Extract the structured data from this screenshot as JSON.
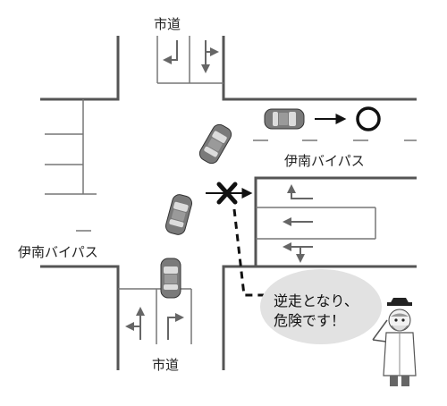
{
  "labels": {
    "street_top": "市道",
    "street_bottom": "市道",
    "bypass_right": "伊南バイパス",
    "bypass_left": "伊南バイパス"
  },
  "warning": {
    "line1": "逆走となり、",
    "line2": "危険です！"
  },
  "symbols": {
    "correct_mark": "○",
    "wrong_mark": "×"
  },
  "colors": {
    "road_edge": "#555555",
    "car_body": "#7a7a7a",
    "bubble_fill": "#e2e2e2",
    "mark_black": "#111111"
  }
}
